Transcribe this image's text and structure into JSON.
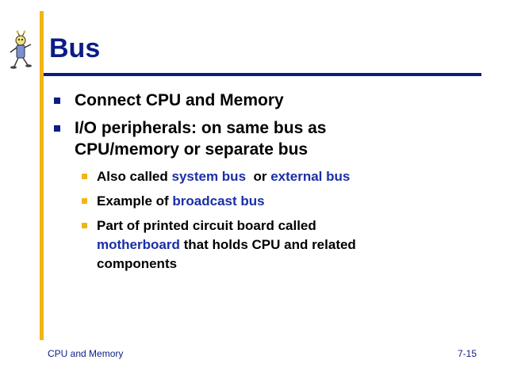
{
  "slide": {
    "title": "Bus",
    "bullets": [
      {
        "text": "Connect CPU and Memory"
      },
      {
        "line1": "I/O peripherals: on same bus as",
        "line2": "CPU/memory or separate bus"
      }
    ],
    "sub_bullets": [
      {
        "prefix": "Also called ",
        "hl1": "system bus",
        "mid": "  or ",
        "hl2": "external bus"
      },
      {
        "prefix": "Example of ",
        "hl1": "broadcast bus"
      },
      {
        "line1": "Part of printed circuit board called",
        "hl1": "motherboard",
        "line2_rest": " that holds CPU and related",
        "line3": "components"
      }
    ]
  },
  "footer": {
    "left": "CPU and Memory",
    "right": "7-15"
  },
  "colors": {
    "accent_yellow": "#f2b515",
    "title_blue": "#0b1c87",
    "highlight_blue": "#1a2ea8"
  },
  "icons": {
    "mascot": "cartoon-figure-icon"
  }
}
